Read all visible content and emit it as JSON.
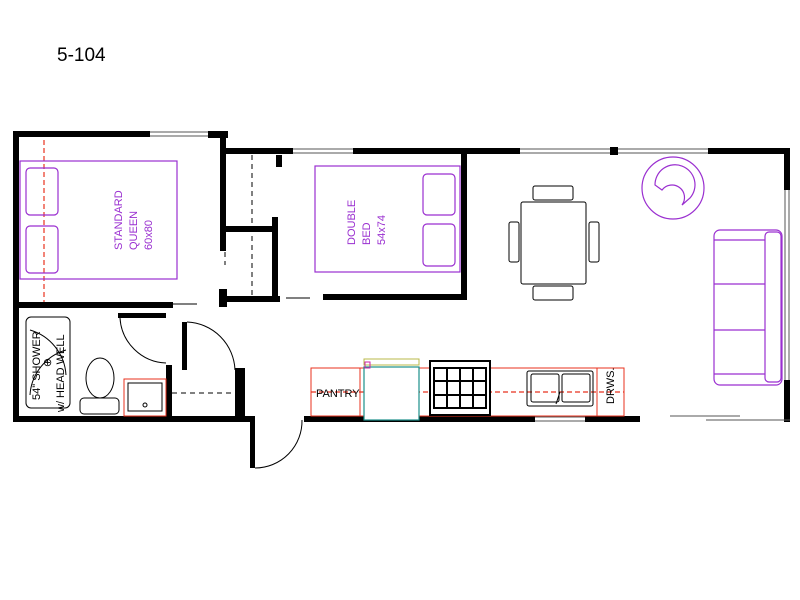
{
  "title": "5-104",
  "labels": {
    "queen_bed": [
      "STANDARD",
      "QUEEN",
      "60x80"
    ],
    "double_bed": [
      "DOUBLE",
      "BED",
      "54x74"
    ],
    "shower": [
      "54\" SHOWER",
      "w/ HEAD WELL"
    ],
    "pantry": "PANTRY",
    "drawers": "DRWS."
  },
  "colors": {
    "wall": "#000000",
    "furniture": "#9a2fd0",
    "counter": "#e8321e",
    "fridge": "#1a8f8a"
  }
}
